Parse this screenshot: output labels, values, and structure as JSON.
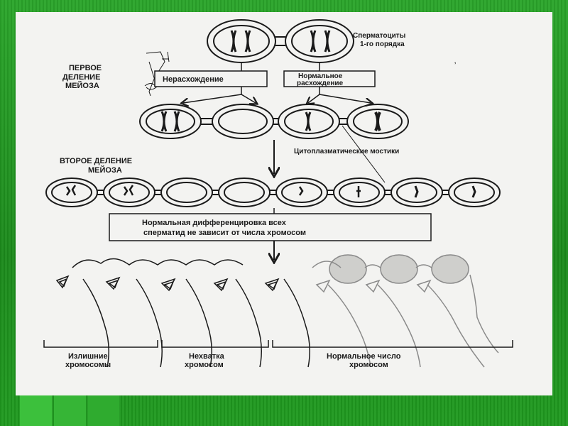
{
  "colors": {
    "background": "#1f8f1f",
    "panel": "#f3f3f1",
    "ink": "#1a1a1a"
  },
  "labels": {
    "spermatocytes_line1": "Сперматоциты",
    "spermatocytes_line2": "1-го порядка",
    "first_division_line1": "ПЕРВОЕ",
    "first_division_line2": "ДЕЛЕНИЕ",
    "first_division_line3": "МЕЙОЗА",
    "nondisjunction": "Нерасхождение",
    "normal_line1": "Нормальное",
    "normal_line2": "расхождение",
    "bridges": "Цитоплазматические мостики",
    "second_division_line1": "ВТОРОЕ ДЕЛЕНИЕ",
    "second_division_line2": "МЕЙОЗА",
    "box_line1": "Нормальная   дифференцировка всех",
    "box_line2": "сперматид не зависит от числа хромосом",
    "excess_line1": "Излишние",
    "excess_line2": "хромосомы",
    "lack_line1": "Нехватка",
    "lack_line2": "хромосом",
    "normal_count_line1": "Нормальное число",
    "normal_count_line2": "хромосом"
  }
}
